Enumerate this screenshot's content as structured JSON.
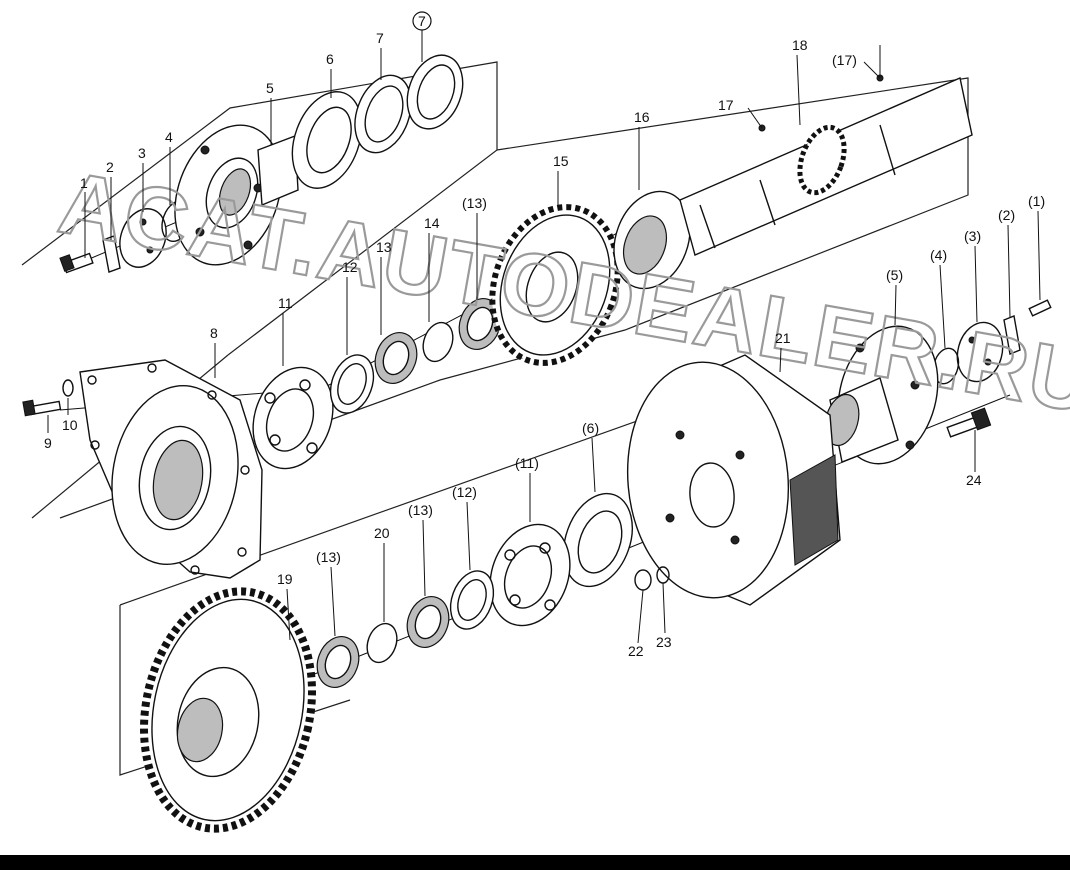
{
  "watermark": "ACAT.AUTODEALER.RU",
  "labels": {
    "l1": "1",
    "l2": "2",
    "l3": "3",
    "l4": "4",
    "l5": "5",
    "l6": "6",
    "l7": "7",
    "l7c": "7",
    "l8": "8",
    "l9": "9",
    "l10": "10",
    "l11": "11",
    "l12": "12",
    "l13": "13",
    "l14": "14",
    "l13p_a": "(13)",
    "l15": "15",
    "l16": "16",
    "l17": "17",
    "l17p": "(17)",
    "l18": "18",
    "r1": "(1)",
    "r2": "(2)",
    "r3": "(3)",
    "r4": "(4)",
    "r5": "(5)",
    "l21": "21",
    "l24": "24",
    "l6p": "(6)",
    "l11p": "(11)",
    "l12p": "(12)",
    "l13p_b": "(13)",
    "l13p_c": "(13)",
    "l20": "20",
    "l19": "19",
    "l22": "22",
    "l23": "23"
  },
  "colors": {
    "ink": "#111111",
    "watermark": "#9a9a9a",
    "footer": "#000000"
  }
}
